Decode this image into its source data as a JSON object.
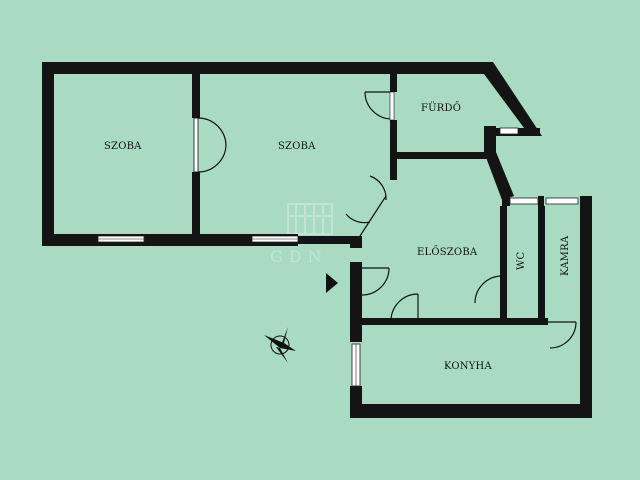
{
  "rooms": {
    "szoba_left": "SZOBA",
    "szoba_right": "SZOBA",
    "furdo": "FÜRDŐ",
    "eloszoba": "ELŐSZOBA",
    "wc": "WC",
    "kamra": "KAMRA",
    "konyha": "KONYHA"
  },
  "watermark": {
    "text": "GDN"
  },
  "colors": {
    "background": "#a9dbc3",
    "walls": "#141414",
    "windows": "#ffffff"
  },
  "icons": [
    "compass-icon",
    "entrance-arrow-icon",
    "watermark-logo-icon"
  ]
}
